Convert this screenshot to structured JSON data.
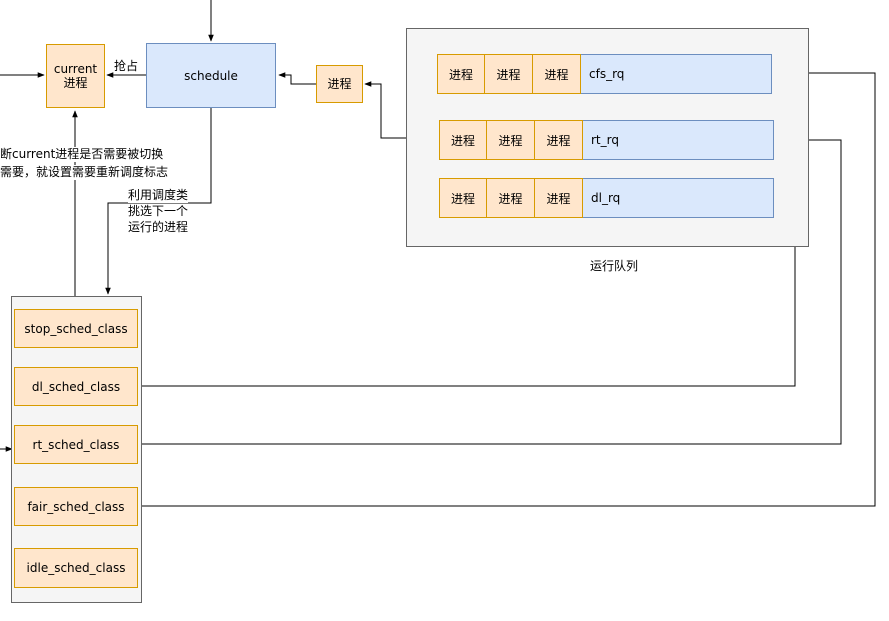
{
  "current": {
    "line1": "current",
    "line2": "进程"
  },
  "schedule": {
    "label": "schedule"
  },
  "queued_process": {
    "label": "进程"
  },
  "edge_labels": {
    "pick": "抢占",
    "check_line1": "断current进程是否需要被切换",
    "check_line2": "需要，就设置需要重新调度标志",
    "select_line1": "利用调度类",
    "select_line2": "挑选下一个",
    "select_line3": "运行的进程"
  },
  "runqueue": {
    "caption": "运行队列",
    "rows": [
      {
        "cells": [
          "进程",
          "进程",
          "进程"
        ],
        "name": "cfs_rq"
      },
      {
        "cells": [
          "进程",
          "进程",
          "进程"
        ],
        "name": "rt_rq"
      },
      {
        "cells": [
          "进程",
          "进程",
          "进程"
        ],
        "name": "dl_rq"
      }
    ]
  },
  "sched_classes": [
    {
      "label": "stop_sched_class"
    },
    {
      "label": "dl_sched_class"
    },
    {
      "label": "rt_sched_class"
    },
    {
      "label": "fair_sched_class"
    },
    {
      "label": "idle_sched_class"
    }
  ],
  "colors": {
    "process_fill": "#ffe6cc",
    "process_stroke": "#d79b00",
    "queue_fill": "#dae8fc",
    "queue_stroke": "#6c8ebf",
    "group_fill": "#f5f5f5",
    "group_stroke": "#666666"
  }
}
